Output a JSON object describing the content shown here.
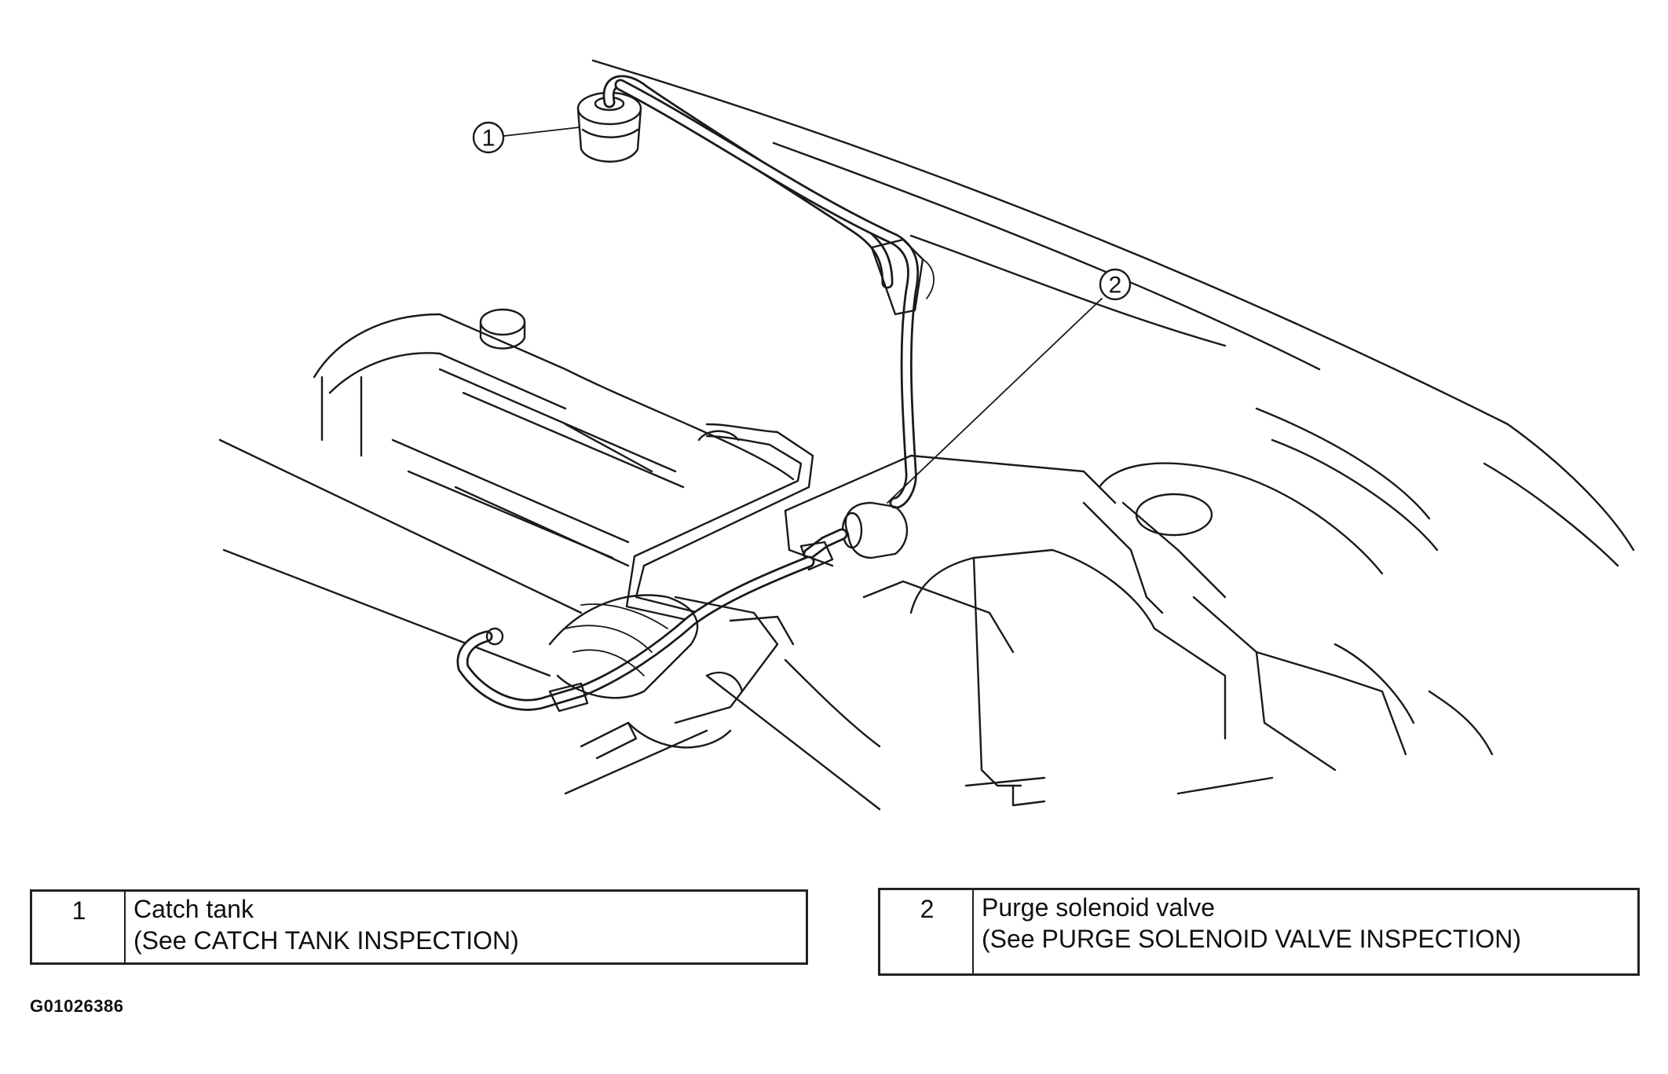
{
  "callouts": [
    {
      "number": "1"
    },
    {
      "number": "2"
    }
  ],
  "legend": [
    {
      "number": "1",
      "name": "Catch tank",
      "reference": "(See  CATCH TANK INSPECTION)"
    },
    {
      "number": "2",
      "name": "Purge solenoid valve",
      "reference": "(See PURGE SOLENOID VALVE INSPECTION)"
    }
  ],
  "figure_id": "G01026386"
}
